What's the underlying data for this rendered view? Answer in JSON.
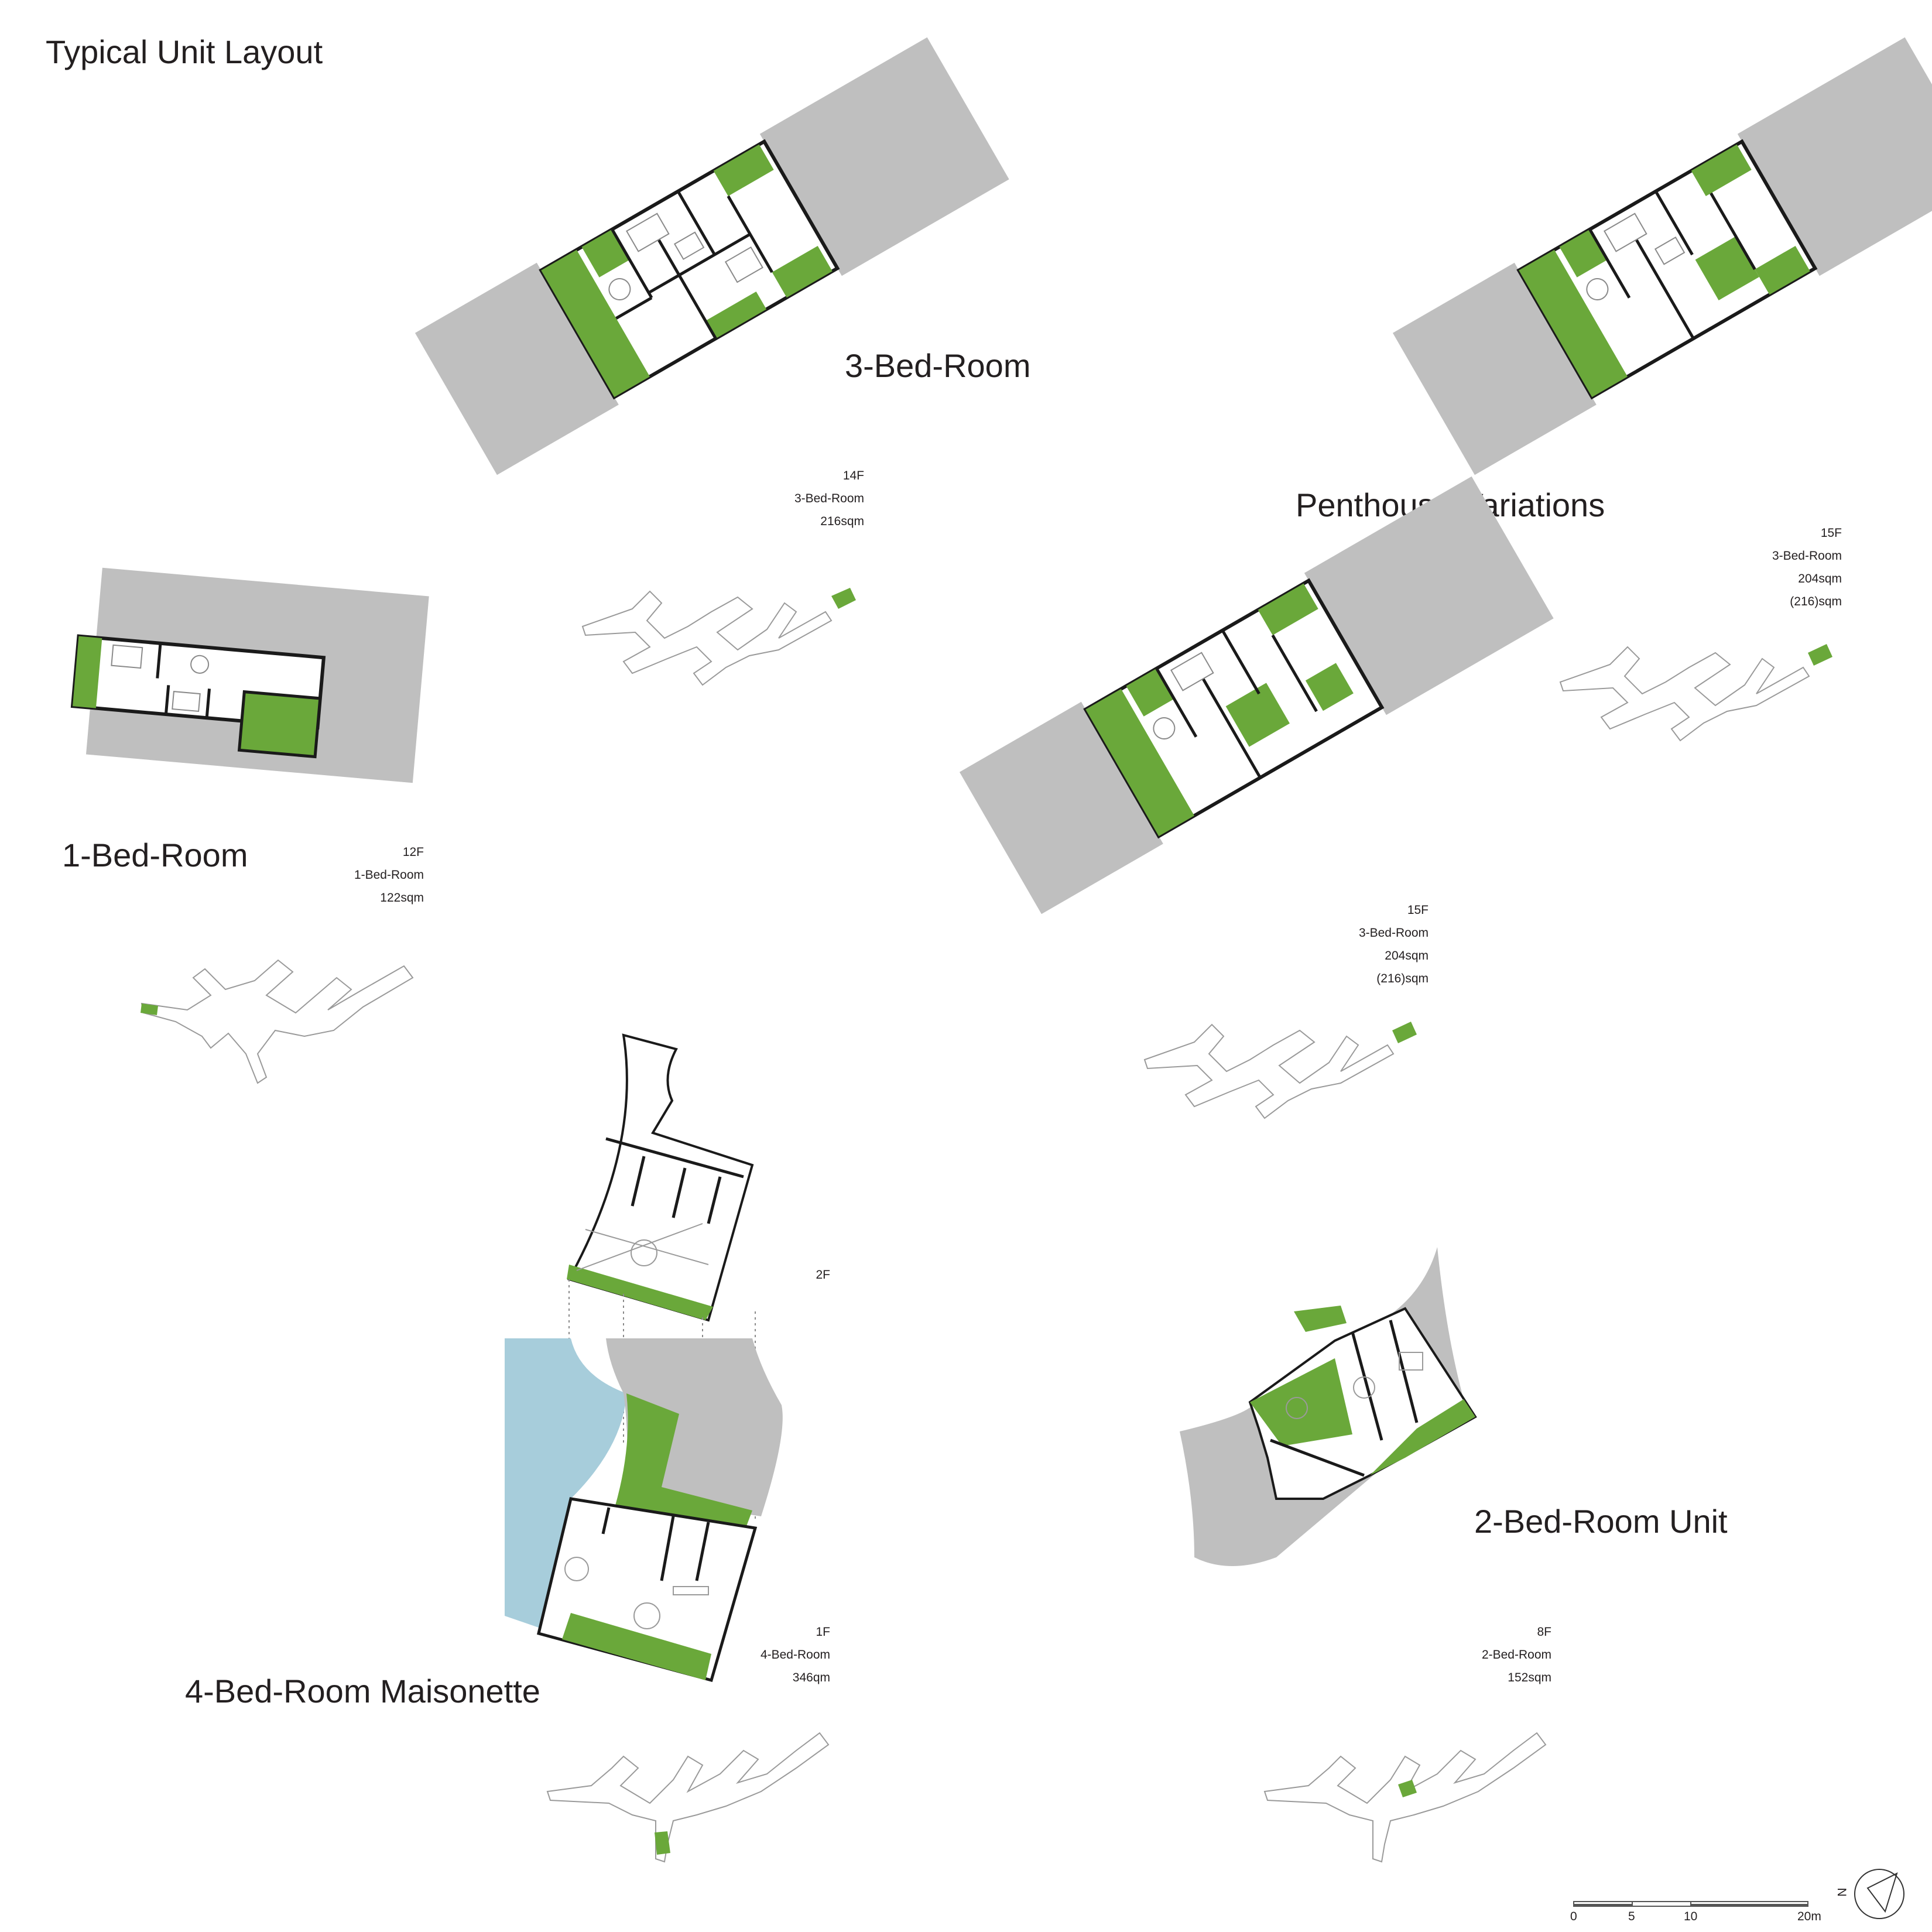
{
  "title": "Typical Unit Layout",
  "colors": {
    "green": "#6aa83a",
    "grey": "#bfbfbf",
    "water": "#a7cddb",
    "wall": "#1a1a1a",
    "line": "#9a9a9a"
  },
  "units": [
    {
      "heading": "3-Bed-Room",
      "floor": "14F",
      "type": "3-Bed-Room",
      "area": "216sqm"
    },
    {
      "heading": "Penthouse Variations",
      "floor": "15F",
      "type": "3-Bed-Room",
      "area": "204sqm",
      "area_alt": "(216)sqm"
    },
    {
      "heading": "1-Bed-Room",
      "floor": "12F",
      "type": "1-Bed-Room",
      "area": "122sqm"
    },
    {
      "heading": "",
      "floor": "15F",
      "type": "3-Bed-Room",
      "area": "204sqm",
      "area_alt": "(216)sqm"
    },
    {
      "heading": "4-Bed-Room Maisonette",
      "floor": "1F",
      "type": "4-Bed-Room",
      "area": "346qm",
      "upper_floor": "2F"
    },
    {
      "heading": "2-Bed-Room Unit",
      "floor": "8F",
      "type": "2-Bed-Room",
      "area": "152sqm"
    }
  ],
  "scale_bar": {
    "ticks": [
      "0",
      "5",
      "10",
      "20m"
    ]
  },
  "north": {
    "label": "N"
  }
}
